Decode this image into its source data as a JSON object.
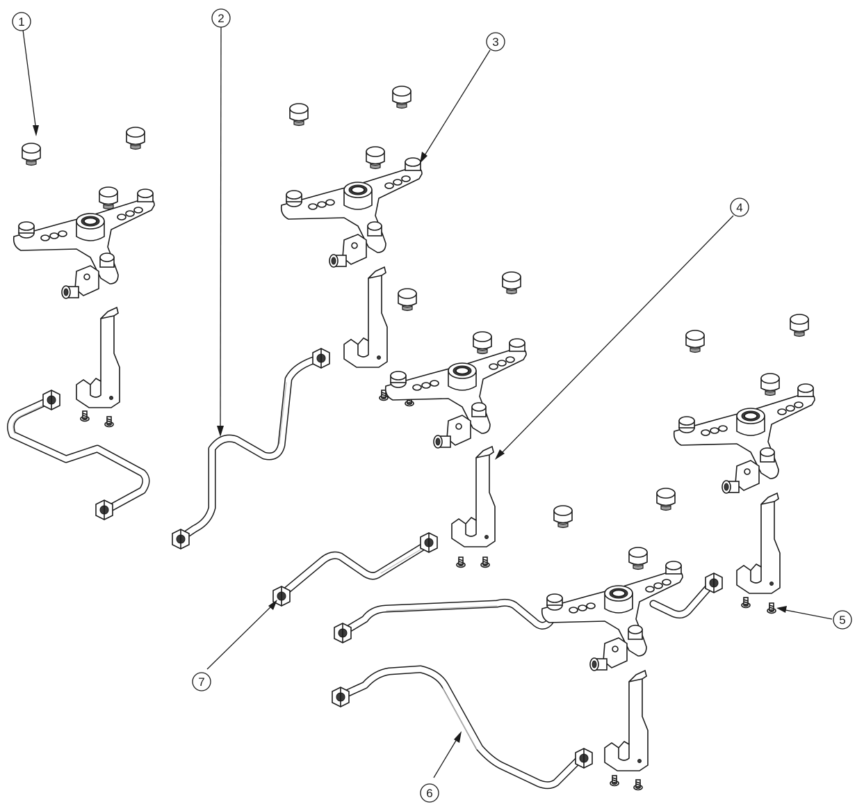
{
  "callouts": [
    {
      "id": "callout-1",
      "label": "1"
    },
    {
      "id": "callout-2",
      "label": "2"
    },
    {
      "id": "callout-3",
      "label": "3"
    },
    {
      "id": "callout-4",
      "label": "4"
    },
    {
      "id": "callout-5",
      "label": "5"
    },
    {
      "id": "callout-6",
      "label": "6"
    },
    {
      "id": "callout-7",
      "label": "7"
    }
  ],
  "colors": {
    "line": "#1a1a1a",
    "background": "#ffffff",
    "shade": "#9a9a9a"
  }
}
